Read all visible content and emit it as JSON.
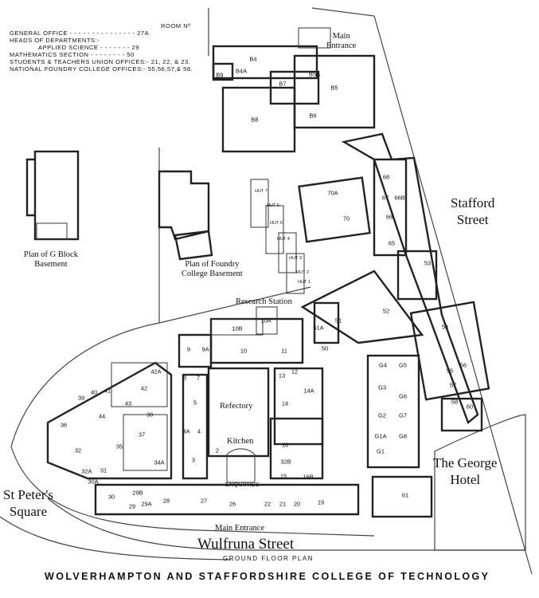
{
  "legend": {
    "header": "ROOM Nº",
    "rows": [
      "GENERAL OFFICE - - - - - - - - - - - - - - - 27A",
      "HEADS OF DEPARTMENTS:-",
      "APPLIED SCIENCE - - - - - - - 29",
      "MATHEMATICS SECTION - - - - - - - - 50",
      "STUDENTS & TEACHERS UNION OFFICES:- 21, 22, & 23.",
      "NATIONAL FOUNDRY COLLEGE OFFICES:- 55,56,57,& 58."
    ]
  },
  "labels": {
    "main_entrance_top": "Main\nEntrance",
    "stafford_street": "Stafford\nStreet",
    "g_block": "Plan of G Block\nBasement",
    "foundry": "Plan of Foundry\nCollege Basement",
    "research_station": "Research Station",
    "refectory": "Refectory",
    "kitchen": "Kitchen",
    "st_peters": "St Peter's\nSquare",
    "george_hotel": "The George\nHotel",
    "enquiries": "ENQUIRIES",
    "main_entrance_bottom": "Main Entrance",
    "wulfruna_street": "Wulfruna Street",
    "ground_floor_plan": "GROUND FLOOR PLAN",
    "college_title": "WOLVERHAMPTON AND STAFFORDSHIRE COLLEGE OF TECHNOLOGY"
  },
  "rooms": [
    "B4",
    "B9",
    "B4A",
    "B7",
    "B8",
    "B5A",
    "B5",
    "B6",
    "68",
    "67",
    "66B",
    "66",
    "70A",
    "70",
    "65",
    "53",
    "54",
    "55",
    "56",
    "57",
    "58",
    "60",
    "52",
    "51",
    "51A",
    "50",
    "HUT 7",
    "HUT 6",
    "HUT 5",
    "HUT 4",
    "HUT 3",
    "HUT 2",
    "HUT 1",
    "10A",
    "10B",
    "9",
    "9A",
    "10",
    "11",
    "42A",
    "42",
    "39",
    "40",
    "41",
    "44",
    "43",
    "36",
    "32",
    "32A",
    "30A",
    "31",
    "30",
    "34A",
    "35",
    "37",
    "38",
    "8",
    "7",
    "5",
    "3A",
    "4",
    "3",
    "2",
    "13",
    "12",
    "14A",
    "14",
    "16",
    "15",
    "16B",
    "32B",
    "29B",
    "29A",
    "29",
    "28",
    "27",
    "26",
    "22",
    "21",
    "20",
    "19",
    "G4",
    "G5",
    "G3",
    "G6",
    "G2",
    "G7",
    "G1A",
    "G8",
    "G1",
    "61"
  ]
}
